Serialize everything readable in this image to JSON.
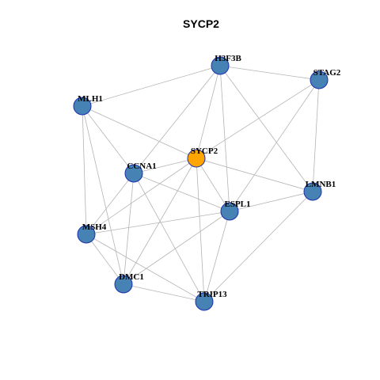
{
  "title": "SYCP2",
  "colors": {
    "edge": "#b4b4b4",
    "node_fill": "#4682b4",
    "node_stroke": "#1c2fb0",
    "highlight_fill": "#ffa500",
    "background": "#ffffff"
  },
  "nodes": [
    {
      "id": "H3F3B",
      "label": "H3F3B",
      "highlight": false
    },
    {
      "id": "STAG2",
      "label": "STAG2",
      "highlight": false
    },
    {
      "id": "MLH1",
      "label": "MLH1",
      "highlight": false
    },
    {
      "id": "SYCP2",
      "label": "SYCP2",
      "highlight": true
    },
    {
      "id": "CCNA1",
      "label": "CCNA1",
      "highlight": false
    },
    {
      "id": "LMNB1",
      "label": "LMNB1",
      "highlight": false
    },
    {
      "id": "ESPL1",
      "label": "ESPL1",
      "highlight": false
    },
    {
      "id": "MSH4",
      "label": "MSH4",
      "highlight": false
    },
    {
      "id": "DMC1",
      "label": "DMC1",
      "highlight": false
    },
    {
      "id": "TRIP13",
      "label": "TRIP13",
      "highlight": false
    }
  ],
  "edges": [
    [
      "H3F3B",
      "STAG2"
    ],
    [
      "H3F3B",
      "MLH1"
    ],
    [
      "H3F3B",
      "SYCP2"
    ],
    [
      "H3F3B",
      "CCNA1"
    ],
    [
      "H3F3B",
      "ESPL1"
    ],
    [
      "H3F3B",
      "LMNB1"
    ],
    [
      "STAG2",
      "SYCP2"
    ],
    [
      "STAG2",
      "ESPL1"
    ],
    [
      "STAG2",
      "LMNB1"
    ],
    [
      "MLH1",
      "SYCP2"
    ],
    [
      "MLH1",
      "CCNA1"
    ],
    [
      "MLH1",
      "MSH4"
    ],
    [
      "MLH1",
      "DMC1"
    ],
    [
      "SYCP2",
      "CCNA1"
    ],
    [
      "SYCP2",
      "ESPL1"
    ],
    [
      "SYCP2",
      "LMNB1"
    ],
    [
      "SYCP2",
      "MSH4"
    ],
    [
      "SYCP2",
      "DMC1"
    ],
    [
      "SYCP2",
      "TRIP13"
    ],
    [
      "CCNA1",
      "ESPL1"
    ],
    [
      "CCNA1",
      "MSH4"
    ],
    [
      "CCNA1",
      "DMC1"
    ],
    [
      "CCNA1",
      "TRIP13"
    ],
    [
      "ESPL1",
      "LMNB1"
    ],
    [
      "ESPL1",
      "MSH4"
    ],
    [
      "ESPL1",
      "DMC1"
    ],
    [
      "ESPL1",
      "TRIP13"
    ],
    [
      "LMNB1",
      "TRIP13"
    ],
    [
      "MSH4",
      "DMC1"
    ],
    [
      "MSH4",
      "TRIP13"
    ],
    [
      "DMC1",
      "TRIP13"
    ]
  ]
}
